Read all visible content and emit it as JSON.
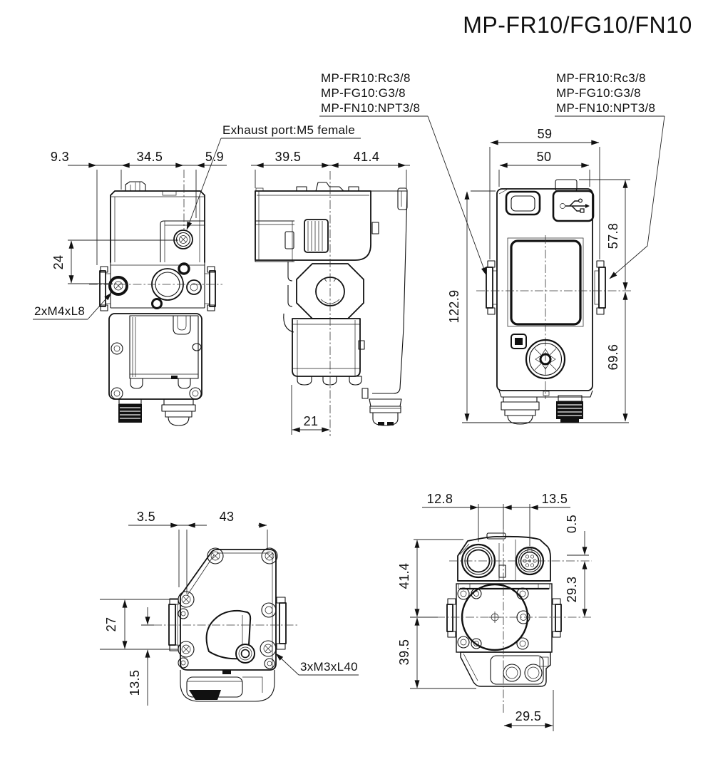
{
  "title": "MP-FR10/FG10/FN10",
  "annotations": {
    "port_spec_left": {
      "line1": "MP-FR10:Rc3/8",
      "line2": "MP-FG10:G3/8",
      "line3": "MP-FN10:NPT3/8"
    },
    "port_spec_right": {
      "line1": "MP-FR10:Rc3/8",
      "line2": "MP-FG10:G3/8",
      "line3": "MP-FN10:NPT3/8"
    },
    "exhaust_port": "Exhaust port:M5 female",
    "mounting_screws": "2xM4xL8",
    "panel_screws": "3xM3xL40"
  },
  "views": {
    "front": {
      "dims": {
        "left_offset": "9.3",
        "body_width": "34.5",
        "exhaust_offset": "5.9",
        "port_drop": "24"
      }
    },
    "side": {
      "dims": {
        "front_depth": "39.5",
        "rear_depth": "41.4",
        "port_offset": "21"
      }
    },
    "face": {
      "dims": {
        "overall_width": "59",
        "body_width": "50",
        "overall_height": "122.9",
        "upper_height": "57.8",
        "lower_height": "69.6"
      }
    },
    "top": {
      "dims": {
        "edge_offset": "3.5",
        "screw_span": "43",
        "screw_spacing": "27",
        "center_offset": "13.5"
      }
    },
    "bottom": {
      "dims": {
        "left_port_offset": "12.8",
        "right_port_offset": "13.5",
        "step": "0.5",
        "upper": "29.3",
        "front": "41.4",
        "rear": "39.5",
        "width": "29.5"
      }
    }
  }
}
